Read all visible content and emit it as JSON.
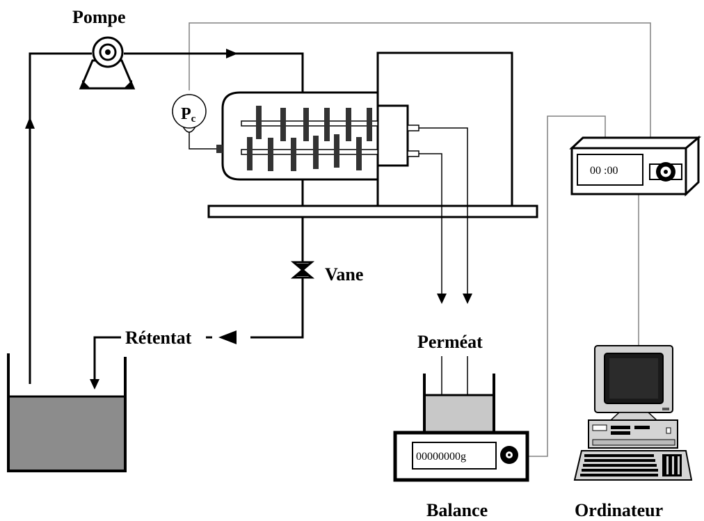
{
  "labels": {
    "pump": "Pompe",
    "pressure_sub": "c",
    "pressure_main": "P",
    "valve": "Vane",
    "retentate": "Rétentat",
    "permeate": "Perméat",
    "balance": "Balance",
    "computer": "Ordinateur"
  },
  "displays": {
    "timer": "00 :00",
    "scale": "00000000g"
  },
  "colors": {
    "line": "#000000",
    "signal": "#808080",
    "tank_liquid": "#8c8c8c",
    "permeate_liquid": "#c8c8c8",
    "computer_body": "#d4d4d4",
    "screen": "#1a1a1a"
  }
}
